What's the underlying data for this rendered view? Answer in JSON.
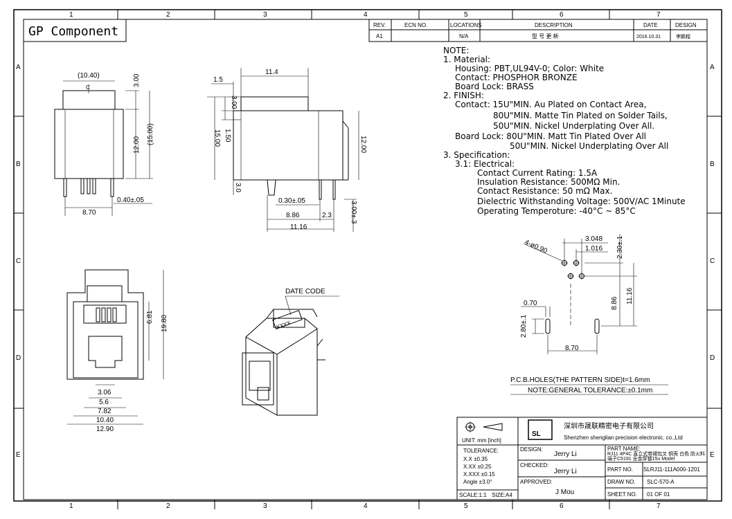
{
  "company_box": "GP Component",
  "grid": {
    "columns": [
      "1",
      "2",
      "3",
      "4",
      "5",
      "6",
      "7"
    ],
    "rows": [
      "A",
      "B",
      "C",
      "D",
      "E"
    ]
  },
  "revision_table": {
    "headers": {
      "rev": "REV.",
      "ecn": "ECN NO.",
      "loc": "LOCATIONS",
      "desc": "DESCRIPTION",
      "date": "DATE",
      "design": "DESIGN"
    },
    "row": {
      "rev": "A1",
      "ecn": "",
      "loc": "N/A",
      "desc": "型 号 更 新",
      "date": "2016.10.31",
      "design": "李鹏程"
    }
  },
  "notes": [
    "NOTE:",
    "1. Material:",
    "Housing: PBT,UL94V-0; Color: White",
    "Contact: PHOSPHOR BRONZE",
    "Board Lock: BRASS",
    "2. FINISH:",
    "Contact: 15U\"MIN. Au Plated on Contact Area,",
    "80U\"MIN. Matte Tin Plated on Solder Tails,",
    "50U\"MIN. Nickel Underplating Over All.",
    "Board Lock: 80U\"MIN. Matt Tin Plated Over All",
    "50U\"MIN. Nickel Underplating Over All",
    "3. Specification:",
    "3.1: Electrical:",
    "Contact Current Rating: 1.5A",
    "Insulation Resistance: 500MΩ Min.",
    "Contact Resistance: 50 mΩ Max.",
    "Dielectric Withstanding Voltage: 500V/AC 1Minute",
    "Operating Temperoture: -40°C ~ 85°C"
  ],
  "front_view_dims": {
    "d1": "(10.40)",
    "d2": "3.00",
    "d3": "12.00",
    "d4": "(15.00)",
    "d5": "0.40±.05",
    "d6": "8.70"
  },
  "side_view_dims": {
    "d1": "1.5",
    "d2": "11.4",
    "d3": "3.00",
    "d4": "1.50",
    "d5": "15.00",
    "d6": "12.00",
    "d7": "3.0",
    "d8": "0.30±.05",
    "d9": "8.86",
    "d10": "2.3",
    "d11": "11.16",
    "d12": "3.00±.3"
  },
  "bottom_view_dims": {
    "d1": "6.81",
    "d2": "19.80",
    "d3": "3.06",
    "d4": "5.6",
    "d5": "7.82",
    "d6": "10.40",
    "d7": "12.90"
  },
  "iso_label": "DATE CODE",
  "iso_mark": "XXXX",
  "pcb_dims": {
    "d1": "4-ø0.90",
    "d2": "3.048",
    "d3": "1.016",
    "d4": "2.30±.1",
    "d5": "8.86",
    "d6": "11.16",
    "d7": "0.70",
    "d8": "2.80±.1",
    "d9": "8.70"
  },
  "pcb_caption": "P.C.B.HOLES(THE PATTERN SIDE)t=1.6mm",
  "tolerance_caption": "NOTE:GENERAL TOLERANCE:±0.1mm",
  "title_block": {
    "unit": "UNIT: mm [inch]",
    "tolerance_title": "TOLERANCE:",
    "tol_lines": [
      "X.X ±0.35",
      "X.XX ±0.25",
      "X.XXX ±0.15",
      "Angle ±3.0°"
    ],
    "scale": "SCALE:1:1",
    "size": "SIZE:A4",
    "company_cn": "深圳市晟联精密电子有限公司",
    "company_en": "Shenzhen shenglian precision electronic. co.,Ltd",
    "design_label": "DESIGN:",
    "design_name": "Jerry Li",
    "checked_label": "CHECKED:",
    "checked_name": "Jerry Li",
    "approved_label": "APPROVED:",
    "approved_name": "J  Mou",
    "part_name_label": "PART NAME:",
    "part_name_line1": "RJ11 4P4C 直立式带裙包叉 铜壳 白色 防火料",
    "part_name_line2": "端子C5191 全金厚镀15u Model",
    "part_no_label": "PART NO.",
    "part_no": "SLRJ11-111A000-1201",
    "draw_no_label": "DRAW NO.",
    "draw_no": "SLC-570-A",
    "sheet_label": "SHEET NO.",
    "sheet": "01 OF 01"
  }
}
